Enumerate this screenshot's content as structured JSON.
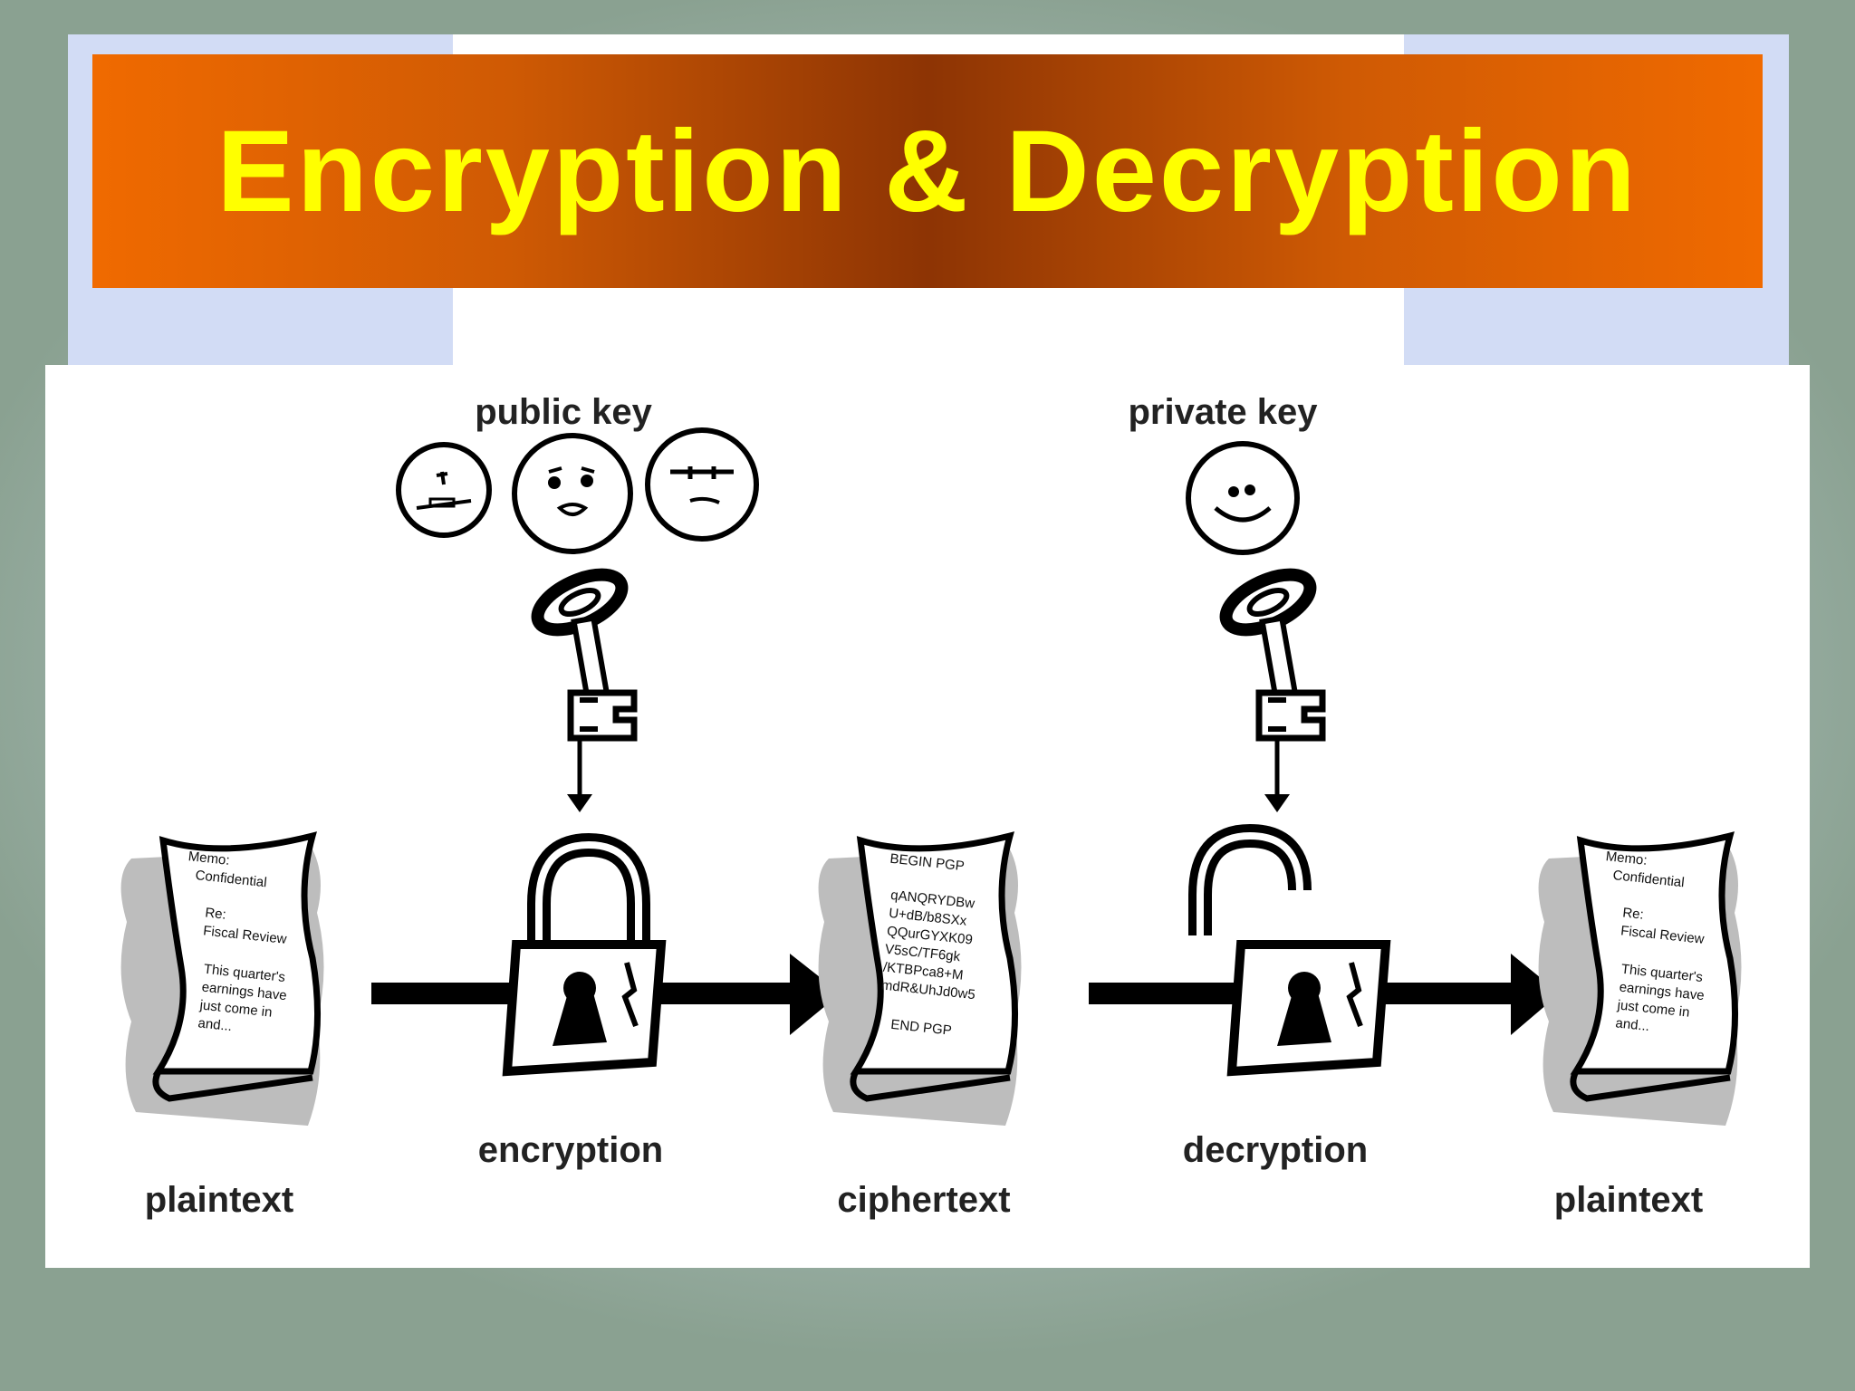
{
  "slide": {
    "title": "Encryption & Decryption"
  },
  "diagram": {
    "labels": {
      "public_key": "public key",
      "private_key": "private key",
      "encryption": "encryption",
      "decryption": "decryption",
      "plaintext_left": "plaintext",
      "ciphertext": "ciphertext",
      "plaintext_right": "plaintext"
    },
    "plaintext_doc_lines": [
      "Memo:",
      "Confidential",
      "Re:",
      "Fiscal Review",
      "This quarter's",
      "earnings have",
      "just come in",
      "and..."
    ],
    "ciphertext_doc_lines": [
      "BEGIN PGP",
      "qANQRYDBw",
      "U+dB/b8SXx",
      "QQurGYXK09",
      "V5sC/TF6gk",
      "/KTBPca8+M",
      "mdR&UhJd0w5",
      "END PGP"
    ]
  },
  "colors": {
    "title_text": "#ffff00",
    "title_bar_edge": "#f06a00",
    "title_bar_center": "#8d3404"
  }
}
